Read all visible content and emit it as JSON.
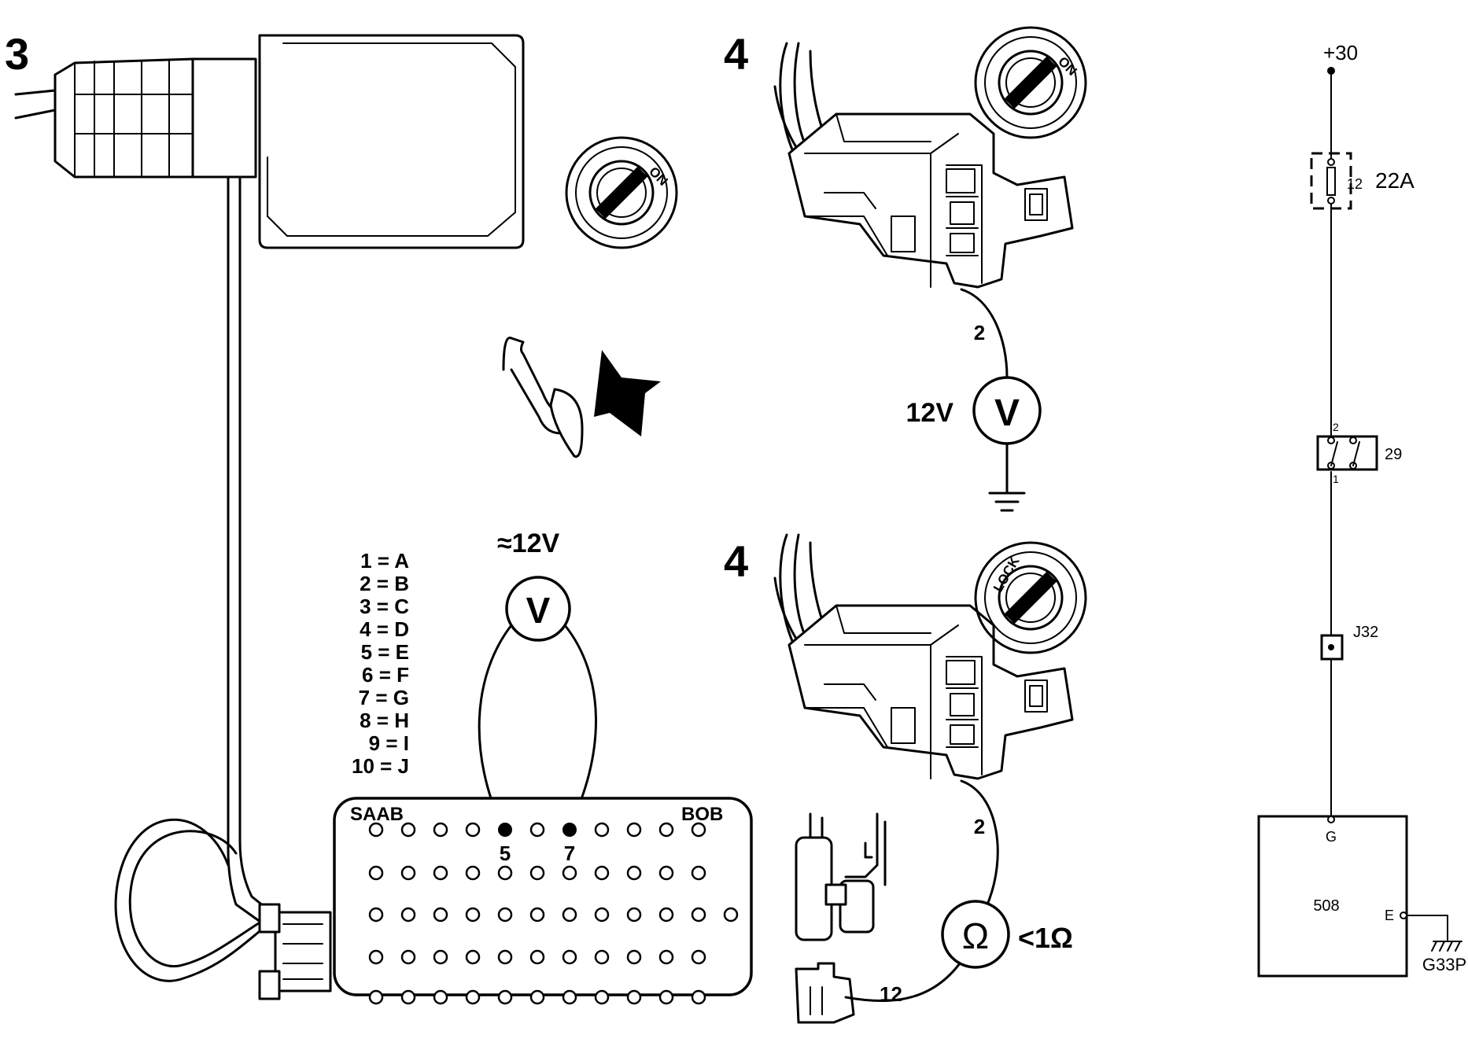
{
  "steps": {
    "step3": "3",
    "step4_top": "4",
    "step4_bottom": "4"
  },
  "ignition": {
    "on_label": "ON",
    "lock_label": "LOCK"
  },
  "meter_top": {
    "reading": "12V",
    "symbol": "V",
    "pin": "2"
  },
  "meter_bottom": {
    "reading": "<1Ω",
    "symbol": "Ω",
    "pin": "2",
    "connector": "12"
  },
  "bob_meter": {
    "reading": "≈12V",
    "symbol": "V"
  },
  "bob": {
    "left_label": "SAAB",
    "right_label": "BOB",
    "pin_a": "5",
    "pin_b": "7"
  },
  "pin_map": [
    "1 = A",
    "2 = B",
    "3 = C",
    "4 = D",
    "5 = E",
    "6 = F",
    "7 = G",
    "8 = H",
    "9 = I",
    "10 = J"
  ],
  "schematic": {
    "supply": "+30",
    "fuse_number": "12",
    "fuse_rating": "22A",
    "switch_id": "29",
    "switch_pin_top": "2",
    "switch_pin_bottom": "1",
    "junction": "J32",
    "module": "508",
    "module_pin_g": "G",
    "module_pin_e": "E",
    "ground": "G33P"
  },
  "icons": [
    "ignition-switch-icon",
    "voltmeter-icon",
    "ohmmeter-icon",
    "ground-icon",
    "arrow-icon",
    "probe-tool-icon"
  ]
}
